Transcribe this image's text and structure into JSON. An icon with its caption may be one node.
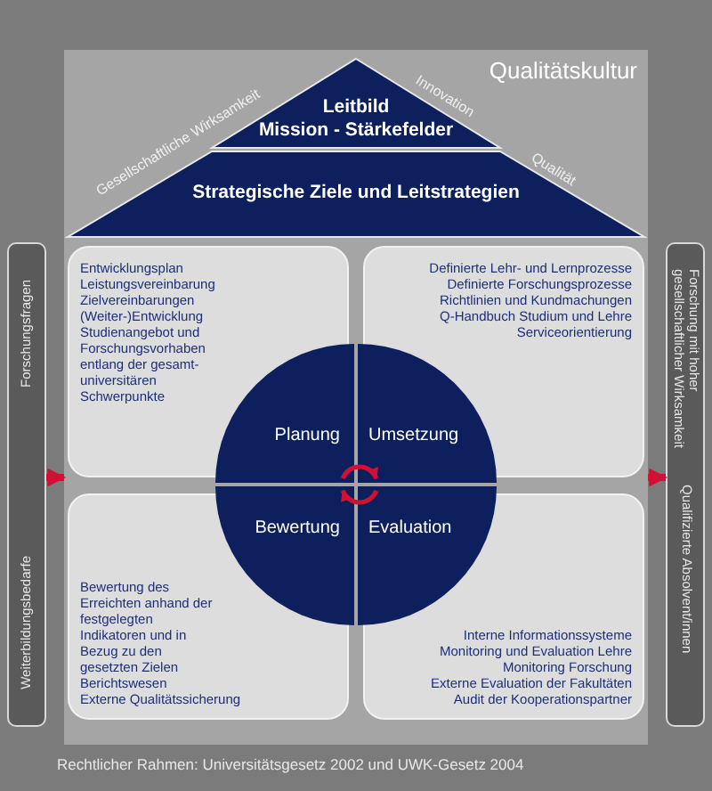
{
  "diagram": {
    "caption": "Rechtlicher Rahmen: Universitätsgesetz 2002 und UWK-Gesetz 2004",
    "nodes": [
      {
        "text": [
          "Qualitätskultur"
        ]
      },
      {
        "text": [
          "Leitbild",
          "Mission - Stärkefelder"
        ],
        "in": 0
      },
      {
        "text": [
          "Strategische Ziele und Leitstrategien"
        ],
        "in": 0
      },
      {
        "text": [
          "Entwicklungsplan",
          "Leistungsvereinbarung",
          "Zielvereinbarungen",
          "(Weiter-)Entwicklung Studienangebot und Forschungsvorhaben entlang der gesamt-universitären Schwerpunkte"
        ],
        "in": 0
      },
      {
        "text": [
          "Definierte Lehr- und Lernprozesse",
          "Definierte Forschungsprozesse",
          "Richtlinien und Kundmachungen",
          "Q-Handbuch Studium und Lehre",
          "Serviceorientierung"
        ],
        "in": 0
      },
      {
        "text": [
          "Planung"
        ],
        "in": 0
      },
      {
        "text": [
          "Umsetzung"
        ],
        "in": 0
      },
      {
        "text": [
          "Bewertung"
        ],
        "in": 0
      },
      {
        "text": [
          "Evaluation"
        ],
        "in": 0
      },
      {
        "text": [
          "Bewertung des Erreichten anhand der festgelegten Indikatoren und in Bezug zu den gesetzten Zielen",
          "Berichtswesen",
          "Externe Qualitätssicherung"
        ],
        "in": 0
      },
      {
        "text": [
          "Interne Informationssysteme",
          "Monitoring und Evaluation Lehre",
          "Monitoring Forschung",
          "Externe Evaluation der Fakultäten",
          "Audit der Kooperationspartner"
        ],
        "in": 0
      },
      {
        "text": [
          "Forschungsfragen",
          "Weiterbildungsbedarfe"
        ]
      },
      {
        "text": [
          "Forschung mit hoher gesellschaftlicher Wirksamkeit",
          "Qualifizierte Absolvent/innen"
        ]
      }
    ],
    "edges": [
      {
        "from": 11,
        "to": 0,
        "arrow": "to"
      },
      {
        "from": 0,
        "to": 12,
        "arrow": "to"
      },
      {
        "from": 5,
        "to": 6,
        "arrow": "to"
      },
      {
        "from": 8,
        "to": 7,
        "arrow": "to"
      }
    ],
    "labels": [
      "Gesellschaftliche Wirksamkeit",
      "Innovation",
      "Qualität"
    ]
  }
}
